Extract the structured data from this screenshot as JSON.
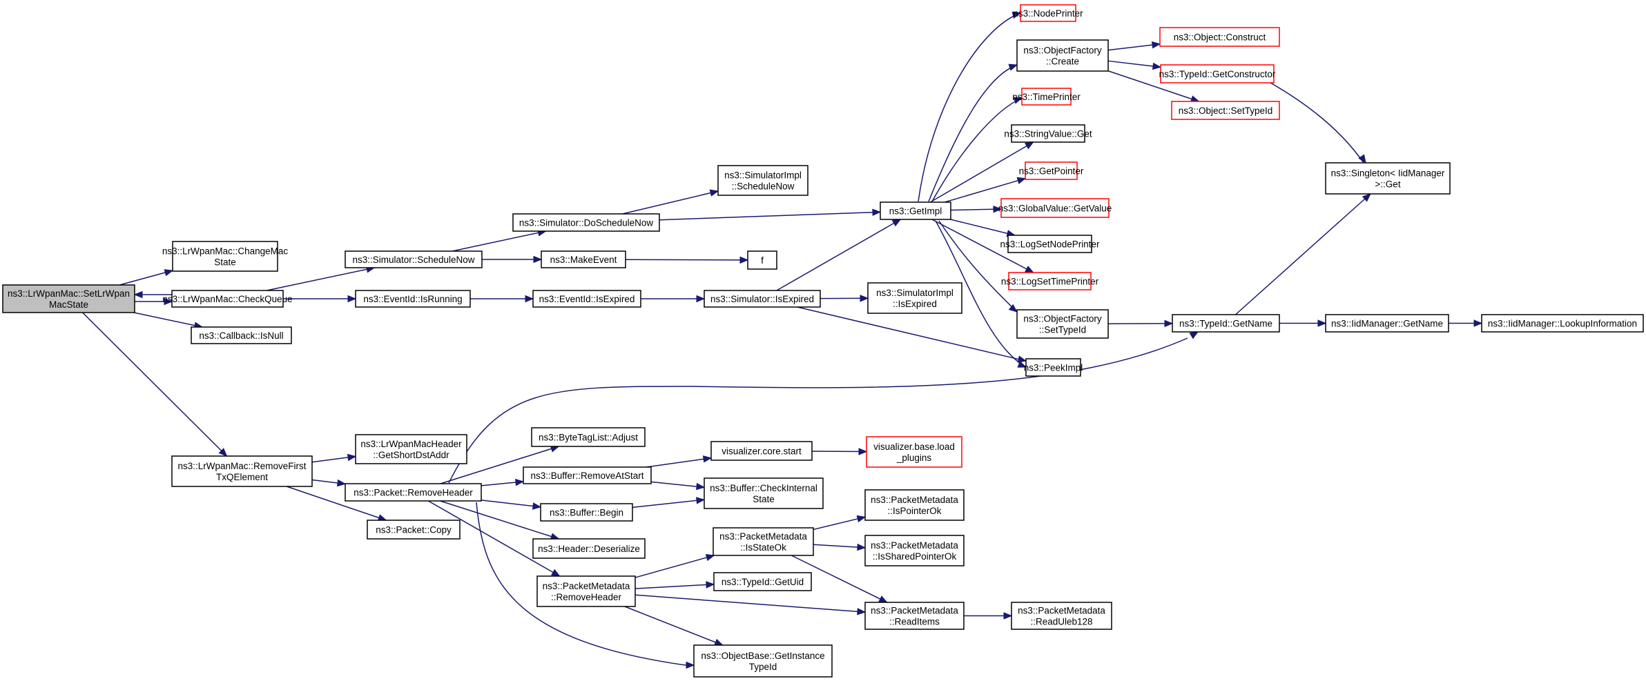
{
  "graph": {
    "nodes": [
      {
        "id": "root",
        "lines": [
          "ns3::LrWpanMac::SetLrWpan",
          "MacState"
        ],
        "root": true
      },
      {
        "id": "changemac",
        "lines": [
          "ns3::LrWpanMac::ChangeMac",
          "State"
        ]
      },
      {
        "id": "checkqueue",
        "lines": [
          "ns3::LrWpanMac::CheckQueue"
        ]
      },
      {
        "id": "isnull",
        "lines": [
          "ns3::Callback::IsNull"
        ]
      },
      {
        "id": "removefirst",
        "lines": [
          "ns3::LrWpanMac::RemoveFirst",
          "TxQElement"
        ]
      },
      {
        "id": "schedulenow",
        "lines": [
          "ns3::Simulator::ScheduleNow"
        ]
      },
      {
        "id": "isrunning",
        "lines": [
          "ns3::EventId::IsRunning"
        ]
      },
      {
        "id": "getshortdst",
        "lines": [
          "ns3::LrWpanMacHeader",
          "::GetShortDstAddr"
        ]
      },
      {
        "id": "pktremovehdr",
        "lines": [
          "ns3::Packet::RemoveHeader"
        ]
      },
      {
        "id": "pktcopy",
        "lines": [
          "ns3::Packet::Copy"
        ]
      },
      {
        "id": "doschedulenow",
        "lines": [
          "ns3::Simulator::DoScheduleNow"
        ]
      },
      {
        "id": "makeevent",
        "lines": [
          "ns3::MakeEvent"
        ]
      },
      {
        "id": "isexpired_ev",
        "lines": [
          "ns3::EventId::IsExpired"
        ]
      },
      {
        "id": "bytetag",
        "lines": [
          "ns3::ByteTagList::Adjust"
        ]
      },
      {
        "id": "bufremove",
        "lines": [
          "ns3::Buffer::RemoveAtStart"
        ]
      },
      {
        "id": "bufbegin",
        "lines": [
          "ns3::Buffer::Begin"
        ]
      },
      {
        "id": "hdrdeser",
        "lines": [
          "ns3::Header::Deserialize"
        ]
      },
      {
        "id": "pmremovehdr",
        "lines": [
          "ns3::PacketMetadata",
          "::RemoveHeader"
        ]
      },
      {
        "id": "simimplsched",
        "lines": [
          "ns3::SimulatorImpl",
          "::ScheduleNow"
        ]
      },
      {
        "id": "f",
        "lines": [
          "f"
        ]
      },
      {
        "id": "simisexpired",
        "lines": [
          "ns3::Simulator::IsExpired"
        ]
      },
      {
        "id": "viscorestart",
        "lines": [
          "visualizer.core.start"
        ]
      },
      {
        "id": "bufcheck",
        "lines": [
          "ns3::Buffer::CheckInternal",
          "State"
        ]
      },
      {
        "id": "pmisstateok",
        "lines": [
          "ns3::PacketMetadata",
          "::IsStateOk"
        ]
      },
      {
        "id": "getuid",
        "lines": [
          "ns3::TypeId::GetUid"
        ]
      },
      {
        "id": "getinstance",
        "lines": [
          "ns3::ObjectBase::GetInstance",
          "TypeId"
        ]
      },
      {
        "id": "getimpl",
        "lines": [
          "ns3::GetImpl"
        ]
      },
      {
        "id": "simimplexpired",
        "lines": [
          "ns3::SimulatorImpl",
          "::IsExpired"
        ]
      },
      {
        "id": "visload",
        "lines": [
          "visualizer.base.load",
          "_plugins"
        ],
        "red": true
      },
      {
        "id": "pmispointer",
        "lines": [
          "ns3::PacketMetadata",
          "::IsPointerOk"
        ]
      },
      {
        "id": "pmisshared",
        "lines": [
          "ns3::PacketMetadata",
          "::IsSharedPointerOk"
        ]
      },
      {
        "id": "pmreaditems",
        "lines": [
          "ns3::PacketMetadata",
          "::ReadItems"
        ]
      },
      {
        "id": "nodeprinter",
        "lines": [
          "ns3::NodePrinter"
        ],
        "red": true
      },
      {
        "id": "ofcreate",
        "lines": [
          "ns3::ObjectFactory",
          "::Create"
        ]
      },
      {
        "id": "timeprinter",
        "lines": [
          "ns3::TimePrinter"
        ],
        "red": true
      },
      {
        "id": "stringvalue",
        "lines": [
          "ns3::StringValue::Get"
        ]
      },
      {
        "id": "getpointer",
        "lines": [
          "ns3::GetPointer"
        ],
        "red": true
      },
      {
        "id": "globalvalue",
        "lines": [
          "ns3::GlobalValue::GetValue"
        ],
        "red": true
      },
      {
        "id": "logsetnode",
        "lines": [
          "ns3::LogSetNodePrinter"
        ]
      },
      {
        "id": "logsettime",
        "lines": [
          "ns3::LogSetTimePrinter"
        ],
        "red": true
      },
      {
        "id": "ofsettypeid",
        "lines": [
          "ns3::ObjectFactory",
          "::SetTypeId"
        ]
      },
      {
        "id": "peekimpl",
        "lines": [
          "ns3::PeekImpl"
        ]
      },
      {
        "id": "pmreaduleb",
        "lines": [
          "ns3::PacketMetadata",
          "::ReadUleb128"
        ]
      },
      {
        "id": "objconstruct",
        "lines": [
          "ns3::Object::Construct"
        ],
        "red": true
      },
      {
        "id": "getconstructor",
        "lines": [
          "ns3::TypeId::GetConstructor"
        ],
        "red": true
      },
      {
        "id": "objsettypeid",
        "lines": [
          "ns3::Object::SetTypeId"
        ],
        "red": true
      },
      {
        "id": "typeidgetname",
        "lines": [
          "ns3::TypeId::GetName"
        ]
      },
      {
        "id": "singleton",
        "lines": [
          "ns3::Singleton< IidManager",
          ">::Get"
        ]
      },
      {
        "id": "iidgetname",
        "lines": [
          "ns3::IidManager::GetName"
        ]
      },
      {
        "id": "iidlookup",
        "lines": [
          "ns3::IidManager::LookupInformation"
        ]
      }
    ],
    "edges": [
      [
        "root",
        "changemac"
      ],
      [
        "root",
        "checkqueue"
      ],
      [
        "checkqueue",
        "root"
      ],
      [
        "root",
        "isnull"
      ],
      [
        "root",
        "removefirst"
      ],
      [
        "checkqueue",
        "schedulenow"
      ],
      [
        "checkqueue",
        "isrunning"
      ],
      [
        "removefirst",
        "getshortdst"
      ],
      [
        "removefirst",
        "pktremovehdr"
      ],
      [
        "removefirst",
        "pktcopy"
      ],
      [
        "schedulenow",
        "doschedulenow"
      ],
      [
        "schedulenow",
        "makeevent"
      ],
      [
        "isrunning",
        "isexpired_ev"
      ],
      [
        "pktremovehdr",
        "typeidgetname"
      ],
      [
        "pktremovehdr",
        "bytetag"
      ],
      [
        "pktremovehdr",
        "bufremove"
      ],
      [
        "pktremovehdr",
        "bufbegin"
      ],
      [
        "pktremovehdr",
        "hdrdeser"
      ],
      [
        "pktremovehdr",
        "pmremovehdr"
      ],
      [
        "pktremovehdr",
        "getinstance"
      ],
      [
        "doschedulenow",
        "simimplsched"
      ],
      [
        "doschedulenow",
        "getimpl"
      ],
      [
        "makeevent",
        "f"
      ],
      [
        "isexpired_ev",
        "simisexpired"
      ],
      [
        "bufremove",
        "viscorestart"
      ],
      [
        "bufremove",
        "bufcheck"
      ],
      [
        "bufbegin",
        "bufcheck"
      ],
      [
        "pmremovehdr",
        "pmisstateok"
      ],
      [
        "pmremovehdr",
        "getuid"
      ],
      [
        "pmremovehdr",
        "getinstance"
      ],
      [
        "pmremovehdr",
        "pmreaditems"
      ],
      [
        "simisexpired",
        "getimpl"
      ],
      [
        "simisexpired",
        "simimplexpired"
      ],
      [
        "simisexpired",
        "peekimpl"
      ],
      [
        "viscorestart",
        "visload"
      ],
      [
        "pmisstateok",
        "pmispointer"
      ],
      [
        "pmisstateok",
        "pmisshared"
      ],
      [
        "pmisstateok",
        "pmreaditems"
      ],
      [
        "getimpl",
        "nodeprinter"
      ],
      [
        "getimpl",
        "ofcreate"
      ],
      [
        "getimpl",
        "timeprinter"
      ],
      [
        "getimpl",
        "stringvalue"
      ],
      [
        "getimpl",
        "getpointer"
      ],
      [
        "getimpl",
        "globalvalue"
      ],
      [
        "getimpl",
        "logsetnode"
      ],
      [
        "getimpl",
        "logsettime"
      ],
      [
        "getimpl",
        "ofsettypeid"
      ],
      [
        "getimpl",
        "peekimpl"
      ],
      [
        "pmreaditems",
        "pmreaduleb"
      ],
      [
        "ofcreate",
        "objconstruct"
      ],
      [
        "ofcreate",
        "getconstructor"
      ],
      [
        "ofcreate",
        "objsettypeid"
      ],
      [
        "ofsettypeid",
        "typeidgetname"
      ],
      [
        "getconstructor",
        "singleton"
      ],
      [
        "typeidgetname",
        "singleton"
      ],
      [
        "typeidgetname",
        "iidgetname"
      ],
      [
        "iidgetname",
        "iidlookup"
      ]
    ]
  }
}
